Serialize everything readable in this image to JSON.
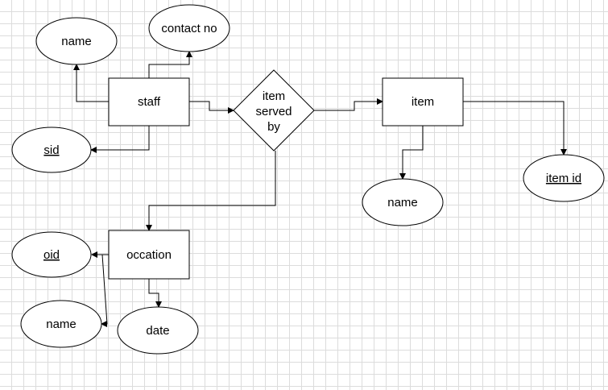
{
  "entities": {
    "staff": "staff",
    "item": "item",
    "occasion": "occation"
  },
  "relationship": {
    "line1": "item",
    "line2": "served",
    "line3": "by"
  },
  "attributes": {
    "staff_name": "name",
    "staff_contact": "contact no",
    "staff_sid": "sid",
    "item_name": "name",
    "item_id": "item id",
    "occasion_oid": "oid",
    "occasion_name": "name",
    "occasion_date": "date"
  },
  "colors": {
    "line": "#000000",
    "grid": "#dcdcdc",
    "fill": "#ffffff"
  }
}
